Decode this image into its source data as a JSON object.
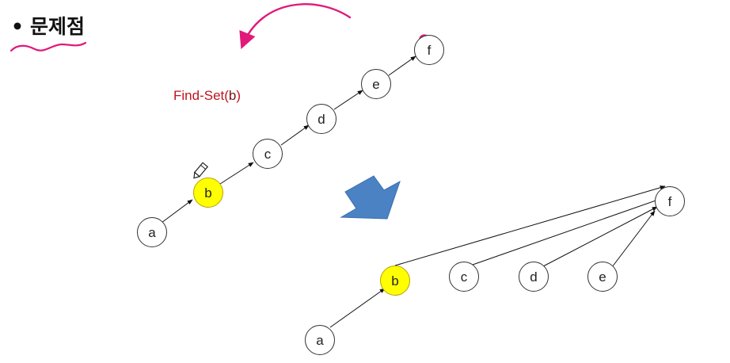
{
  "slide": {
    "bullet": "•",
    "heading": "문제점",
    "operation": {
      "prefix": "Find-Set(",
      "arg": "b",
      "suffix": ")"
    }
  },
  "before": {
    "nodes": [
      "a",
      "b",
      "c",
      "d",
      "e",
      "f"
    ],
    "highlighted": "b",
    "edges": [
      [
        "a",
        "b"
      ],
      [
        "b",
        "c"
      ],
      [
        "c",
        "d"
      ],
      [
        "d",
        "e"
      ],
      [
        "e",
        "f"
      ]
    ]
  },
  "after": {
    "nodes": [
      "a",
      "b",
      "c",
      "d",
      "e",
      "f"
    ],
    "highlighted": "b",
    "edges": [
      [
        "a",
        "b"
      ],
      [
        "b",
        "f"
      ],
      [
        "c",
        "f"
      ],
      [
        "d",
        "f"
      ],
      [
        "e",
        "f"
      ]
    ]
  },
  "colors": {
    "highlight_fill": "#ffff00",
    "highlight_stroke": "#b8a200",
    "node_stroke": "#333333",
    "arrow_fill": "#4a82c4",
    "annotation_pink": "#e0197a",
    "label_red": "#c0141c"
  },
  "icons": {
    "cursor": "pencil-cursor-icon",
    "transform_arrow": "down-right-arrow-icon"
  }
}
